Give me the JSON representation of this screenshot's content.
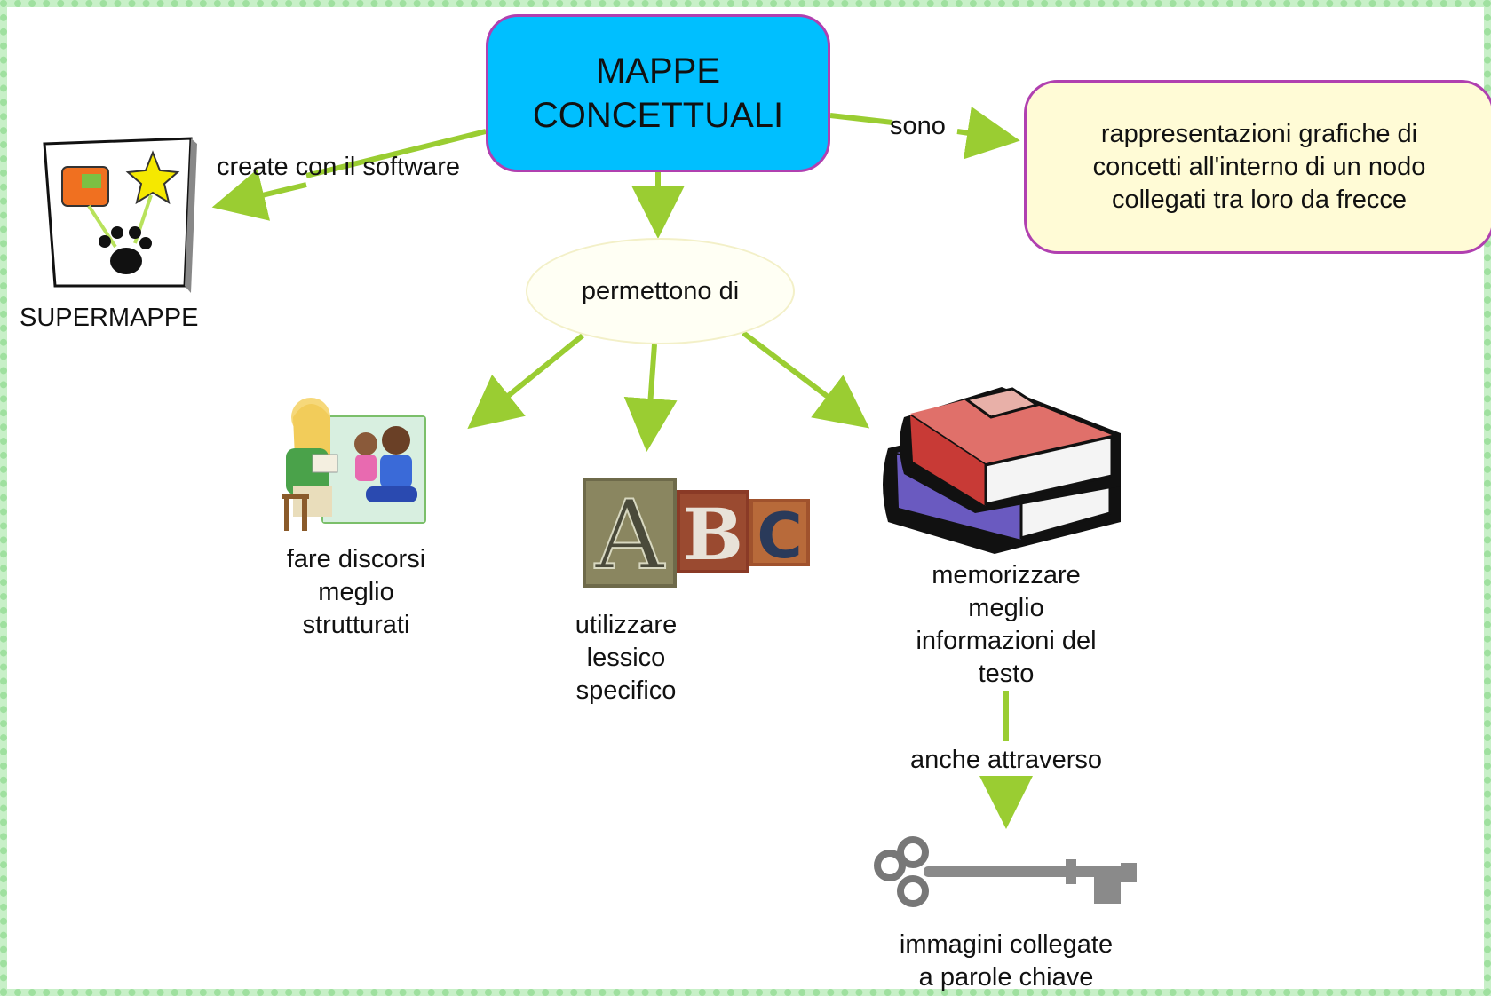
{
  "main_concept": "MAPPE\nCONCETTUALI",
  "definition": {
    "link_label": "sono",
    "text": "rappresentazioni grafiche di\nconcetti all'interno di un nodo\ncollegati tra loro da frecce"
  },
  "software": {
    "link_label": "create con il software",
    "name": "SUPERMAPPE"
  },
  "purpose": {
    "label": "permettono di",
    "items": [
      "fare discorsi\nmeglio\nstrutturati",
      "utilizzare\nlessico\nspecifico",
      "memorizzare\nmeglio\ninformazioni del\ntesto"
    ]
  },
  "memory": {
    "link_label": "anche attraverso",
    "result": "immagini collegate\na parole chiave"
  },
  "icons": {
    "software_logo": "supermappe-logo-icon",
    "children_reading": "children-reading-icon",
    "abc_letters": "abc-letters-icon",
    "books": "books-stack-icon",
    "key": "key-icon"
  },
  "colors": {
    "arrow": "#9acd32",
    "main_fill": "#00bfff",
    "node_border": "#b040b0",
    "definition_fill": "#fffbd6"
  }
}
